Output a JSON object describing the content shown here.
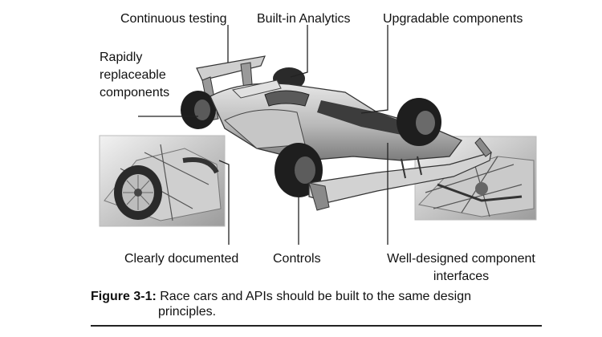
{
  "labels": {
    "continuous_testing": "Continuous testing",
    "built_in_analytics": "Built-in Analytics",
    "upgradable_components": "Upgradable components",
    "rapidly_line1": "Rapidly",
    "rapidly_line2": "replaceable",
    "rapidly_line3": "components",
    "clearly_documented": "Clearly documented",
    "controls": "Controls",
    "well_designed_line1": "Well-designed component",
    "well_designed_line2": "interfaces"
  },
  "caption": {
    "figure_number": "Figure 3-1:",
    "text_line1": " Race cars and APIs should be built to the same design",
    "text_line2": "principles."
  },
  "colors": {
    "line": "#222222",
    "tire": "#1e1e1e",
    "body_light": "#d9d9d9",
    "body_mid": "#9a9a9a",
    "body_dark": "#4a4a4a"
  }
}
